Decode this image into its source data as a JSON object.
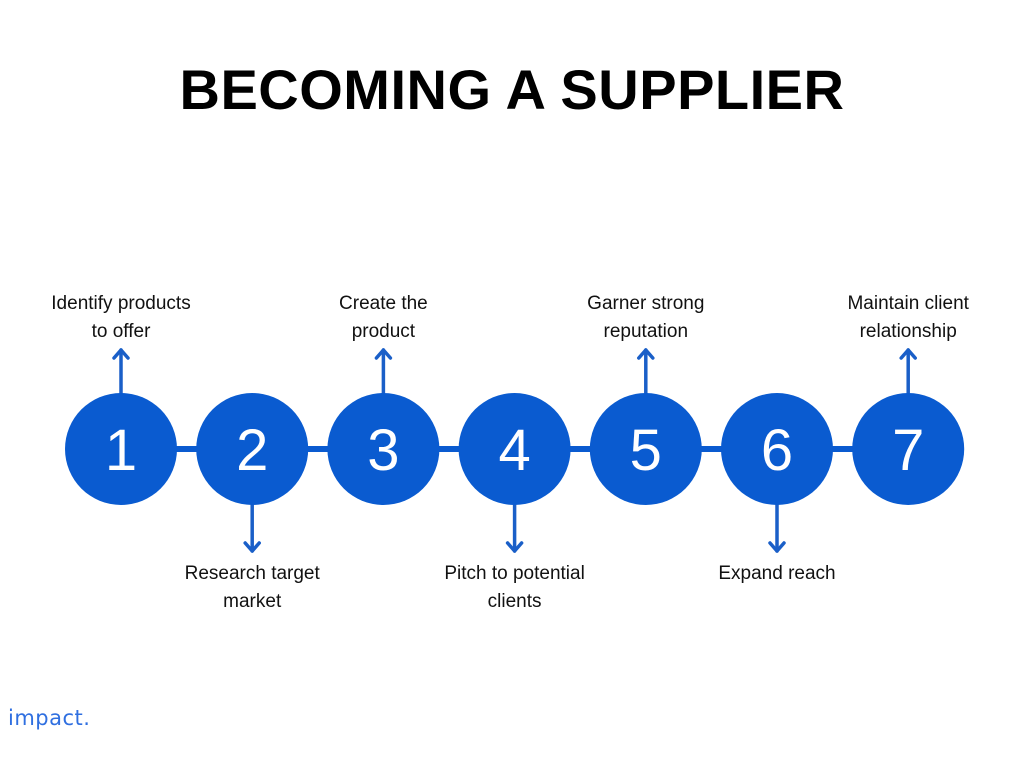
{
  "title": "BECOMING A SUPPLIER",
  "logo_text": "impact.",
  "colors": {
    "accent": "#0A5BD0",
    "arrow": "#1A5FC8",
    "text": "#111111",
    "logo": "#2F6FE0"
  },
  "steps": [
    {
      "number": "1",
      "lines": [
        "Identify products",
        "to offer"
      ],
      "label_side": "top"
    },
    {
      "number": "2",
      "lines": [
        "Research target",
        "market"
      ],
      "label_side": "bottom"
    },
    {
      "number": "3",
      "lines": [
        "Create the",
        "product"
      ],
      "label_side": "top"
    },
    {
      "number": "4",
      "lines": [
        "Pitch to potential",
        "clients"
      ],
      "label_side": "bottom"
    },
    {
      "number": "5",
      "lines": [
        "Garner strong",
        "reputation"
      ],
      "label_side": "top"
    },
    {
      "number": "6",
      "lines": [
        "Expand reach"
      ],
      "label_side": "bottom"
    },
    {
      "number": "7",
      "lines": [
        "Maintain client",
        "relationship"
      ],
      "label_side": "top"
    }
  ]
}
